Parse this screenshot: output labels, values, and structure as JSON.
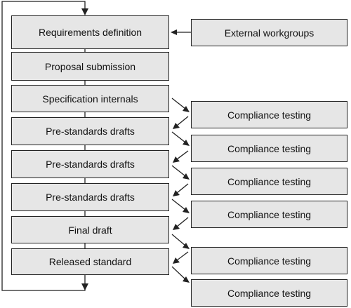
{
  "stages": [
    "Requirements definition",
    "Proposal submission",
    "Specification internals",
    "Pre-standards drafts",
    "Pre-standards drafts",
    "Pre-standards drafts",
    "Final draft",
    "Released standard"
  ],
  "external": "External workgroups",
  "compliance": [
    "Compliance testing",
    "Compliance testing",
    "Compliance testing",
    "Compliance testing",
    "Compliance testing",
    "Compliance testing"
  ],
  "colors": {
    "box_fill": "#e6e6e6",
    "stroke": "#222222",
    "text": "#111111"
  }
}
